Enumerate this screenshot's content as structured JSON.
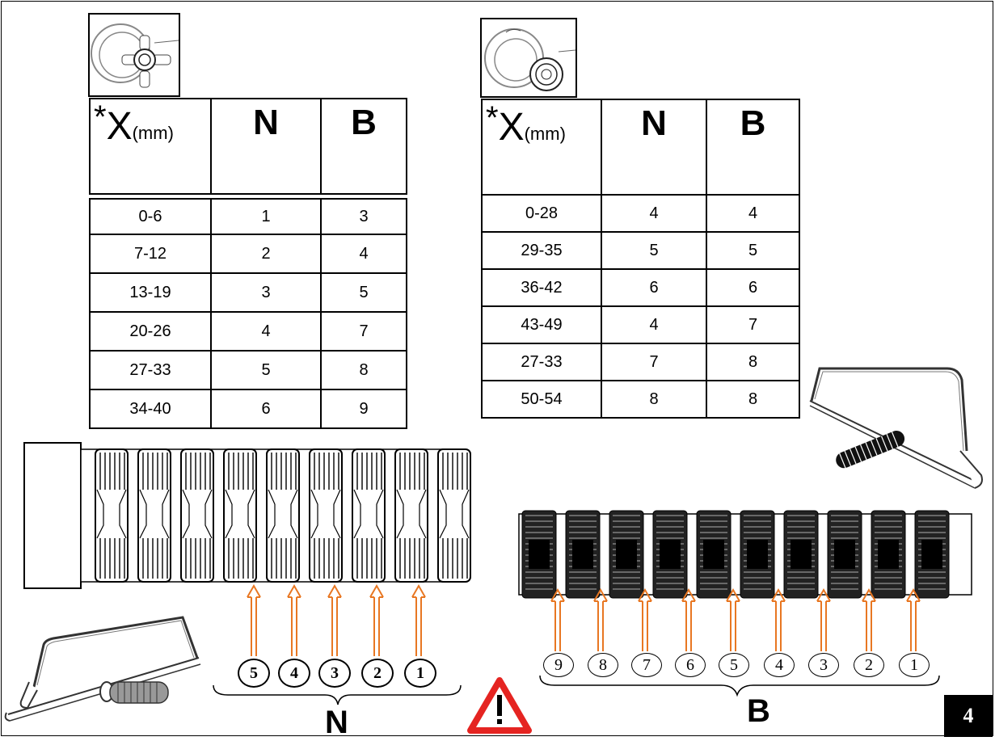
{
  "table_left": {
    "header": {
      "x_star": "*",
      "x_label": "X",
      "x_unit": "(mm)",
      "col_n": "N",
      "col_b": "B"
    },
    "rows": [
      [
        "0-6",
        "1",
        "3"
      ],
      [
        "7-12",
        "2",
        "4"
      ],
      [
        "13-19",
        "3",
        "5"
      ],
      [
        "20-26",
        "4",
        "7"
      ],
      [
        "27-33",
        "5",
        "8"
      ],
      [
        "34-40",
        "6",
        "9"
      ]
    ]
  },
  "table_right": {
    "header": {
      "x_star": "*",
      "x_label": "X",
      "x_unit": "(mm)",
      "col_n": "N",
      "col_b": "B"
    },
    "rows": [
      [
        "0-28",
        "4",
        "4"
      ],
      [
        "29-35",
        "5",
        "5"
      ],
      [
        "36-42",
        "6",
        "6"
      ],
      [
        "43-49",
        "4",
        "7"
      ],
      [
        "27-33",
        "7",
        "8"
      ],
      [
        "50-54",
        "8",
        "8"
      ]
    ]
  },
  "n_positions": [
    "5",
    "4",
    "3",
    "2",
    "1"
  ],
  "b_positions": [
    "9",
    "8",
    "7",
    "6",
    "5",
    "4",
    "3",
    "2",
    "1"
  ],
  "n_label": "N",
  "b_label": "B",
  "page_number": "4",
  "colors": {
    "arrow": "#e87722",
    "warning_red": "#e52421",
    "ink": "#000000"
  },
  "icons": [
    "cross-handle-valve-icon",
    "round-knob-valve-icon",
    "hacksaw-icon",
    "warning-icon"
  ]
}
